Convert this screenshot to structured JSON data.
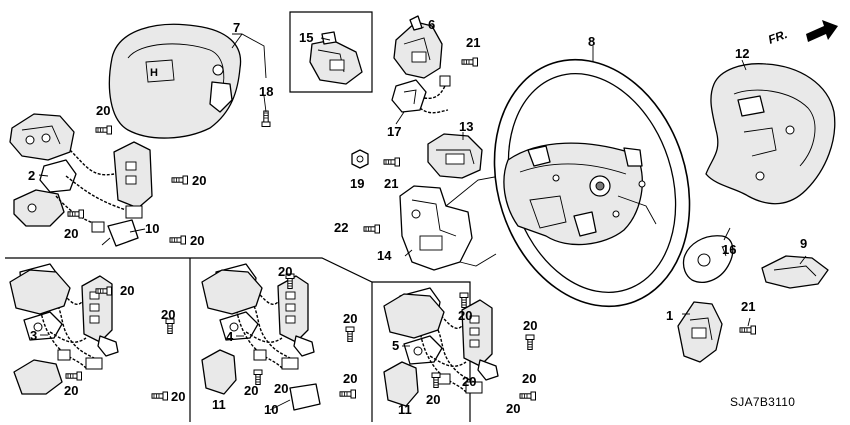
{
  "diagram_code": "SJA7B3110",
  "direction_label": "FR.",
  "callouts": {
    "n1": "1",
    "n2": "2",
    "n3": "3",
    "n4": "4",
    "n5": "5",
    "n6": "6",
    "n7": "7",
    "n8": "8",
    "n9": "9",
    "n10a": "10",
    "n10b": "10",
    "n11a": "11",
    "n11b": "11",
    "n12": "12",
    "n13": "13",
    "n14": "14",
    "n15": "15",
    "n16": "16",
    "n17": "17",
    "n18": "18",
    "n19": "19",
    "n20_1": "20",
    "n20_2": "20",
    "n20_3": "20",
    "n20_4": "20",
    "n20_5": "20",
    "n20_6": "20",
    "n20_7": "20",
    "n20_8": "20",
    "n20_9": "20",
    "n20_10": "20",
    "n20_11": "20",
    "n20_12": "20",
    "n20_13": "20",
    "n20_14": "20",
    "n20_15": "20",
    "n20_16": "20",
    "n20_17": "20",
    "n20_18": "20",
    "n20_19": "20",
    "n21a": "21",
    "n21b": "21",
    "n21c": "21",
    "n22": "22"
  }
}
